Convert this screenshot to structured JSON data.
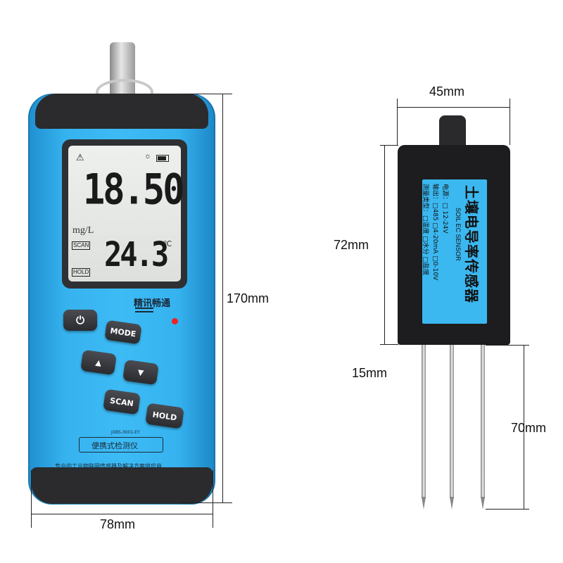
{
  "meter": {
    "display": {
      "main_reading": "18.50",
      "unit": "mg/L",
      "temperature": "24.3",
      "temp_unit": "℃",
      "scan_tag": "SCAN",
      "hold_tag": "HOLD"
    },
    "brand": "精讯畅通",
    "buttons": {
      "power": "⏻",
      "mode": "MODE",
      "up": "▲",
      "down": "▼",
      "scan": "SCAN",
      "hold": "HOLD"
    },
    "panel": {
      "model": "JXBS-3001-EY",
      "title": "便携式检测仪",
      "slogan": "专业的工业物联网传感器及解决方案供应商"
    }
  },
  "sensor": {
    "title": "土壤电导率传感器",
    "subtitle": "SOIL EC SENSOR",
    "power_line": "电源：□ 12-24V",
    "output_line": "输出：□485 □4-20mA □0-10V",
    "measure_line": "测量类型：□温度 □水分 □盐度"
  },
  "dimensions": {
    "meter_height": "170mm",
    "meter_width": "78mm",
    "sensor_width": "45mm",
    "sensor_body_height": "72mm",
    "sensor_gap": "15mm",
    "probe_length": "70mm"
  },
  "colors": {
    "meter_blue": "#3dbbf5",
    "casing_dark": "#2b2b2e",
    "sensor_label_blue": "#3bb8f0"
  }
}
